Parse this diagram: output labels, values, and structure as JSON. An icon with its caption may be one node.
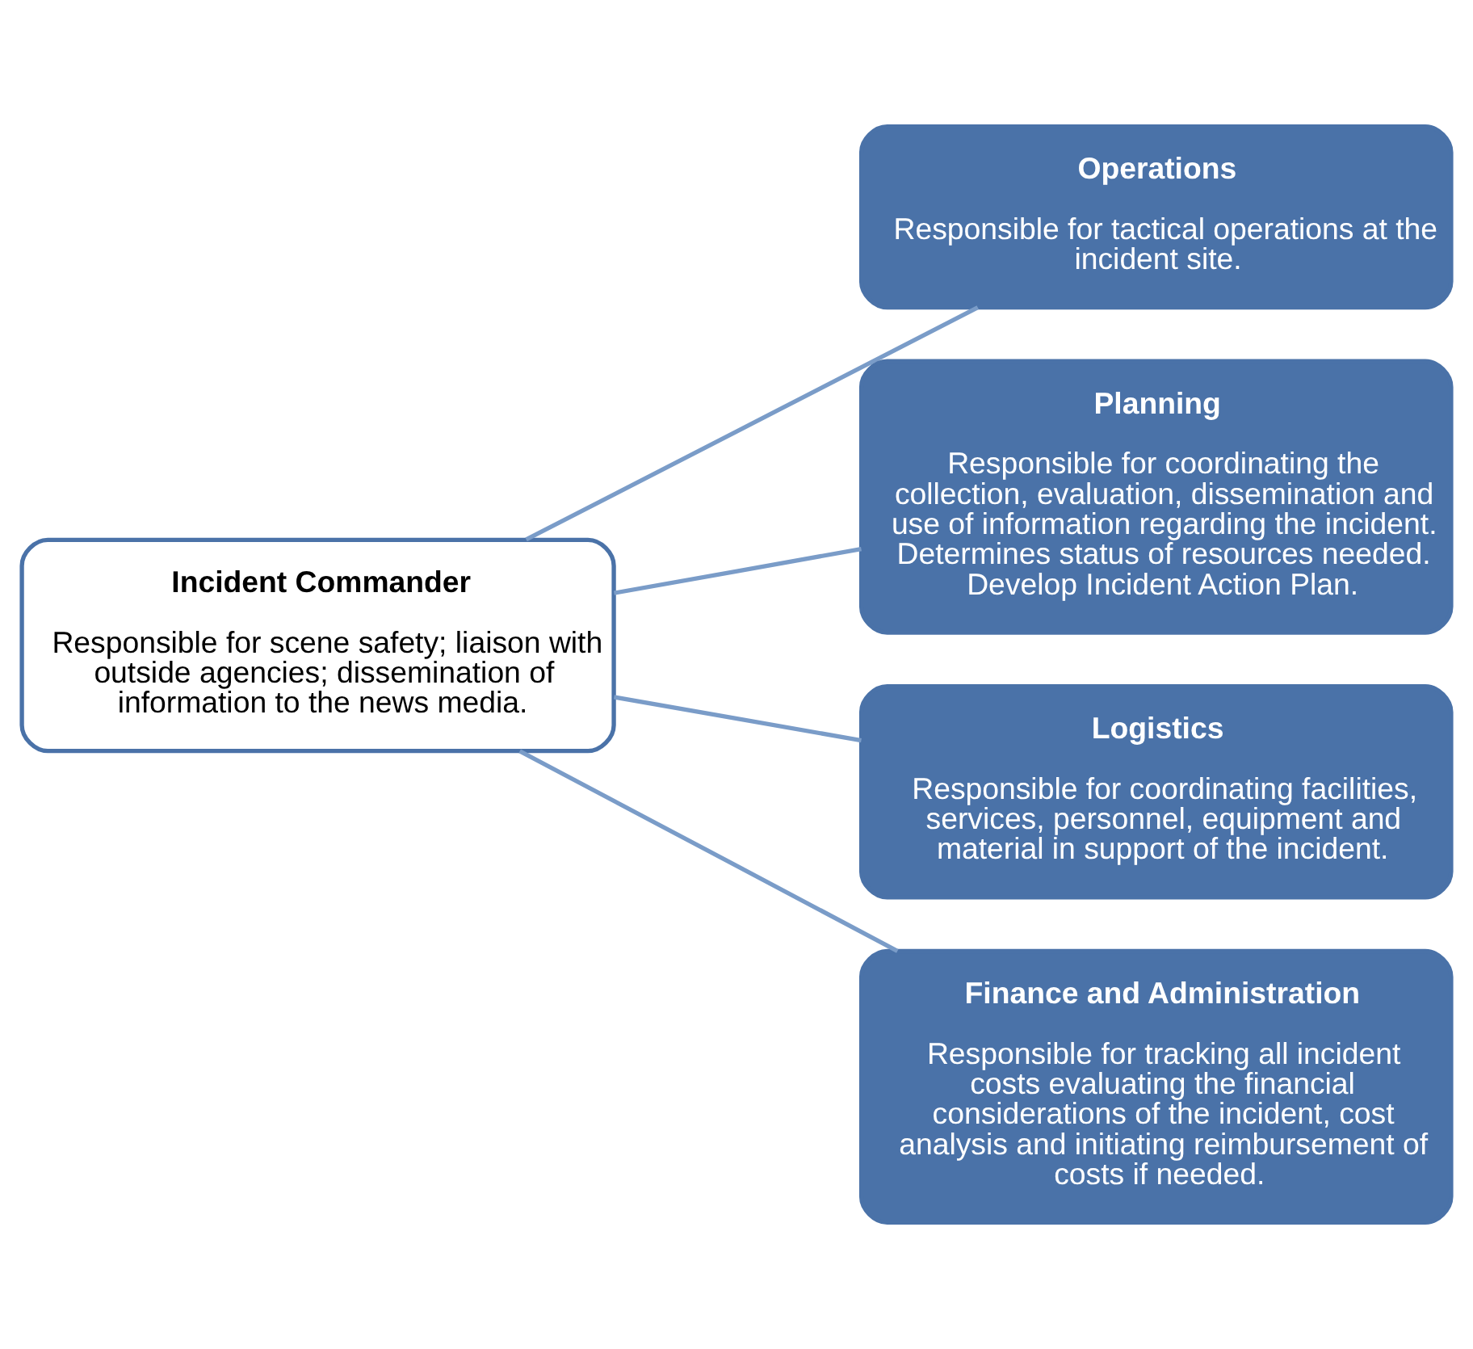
{
  "diagram": {
    "nodes": [
      {
        "text": [
          "Incident Commander",
          "Responsible for scene safety; liaison with outside agencies; dissemination of information to the news media."
        ]
      },
      {
        "text": [
          "Operations",
          "Responsible for tactical operations at the incident site."
        ]
      },
      {
        "text": [
          "Planning",
          "Responsible for coordinating the collection, evaluation, dissemination and use of information regarding the incident. Determines status of resources needed. Develop Incident Action Plan."
        ]
      },
      {
        "text": [
          "Logistics",
          "Responsible for coordinating facilities, services, personnel, equipment and material in support of the incident."
        ]
      },
      {
        "text": [
          "Finance and Administration",
          "Responsible for tracking all incident costs evaluating the financial considerations of the incident, cost analysis and initiating reimbursement of costs if needed."
        ]
      }
    ],
    "edges": [
      {
        "from": 0,
        "to": 1,
        "arrow": "none"
      },
      {
        "from": 0,
        "to": 2,
        "arrow": "none"
      },
      {
        "from": 0,
        "to": 3,
        "arrow": "none"
      },
      {
        "from": 0,
        "to": 4,
        "arrow": "none"
      }
    ]
  }
}
